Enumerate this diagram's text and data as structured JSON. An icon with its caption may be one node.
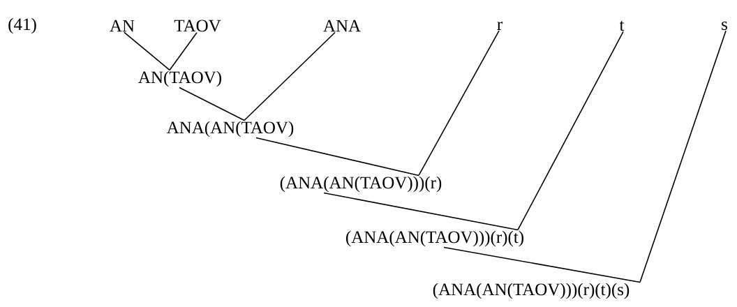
{
  "diagram": {
    "nodes": [
      {
        "text": [
          "AN"
        ]
      },
      {
        "text": [
          "TAOV"
        ]
      },
      {
        "text": [
          "ANA"
        ]
      },
      {
        "text": [
          "r"
        ]
      },
      {
        "text": [
          "t"
        ]
      },
      {
        "text": [
          "s"
        ]
      },
      {
        "text": [
          "AN(TAOV)"
        ]
      },
      {
        "text": [
          "ANA(AN(TAOV)"
        ]
      },
      {
        "text": [
          "(ANA(AN(TAOV)))(r)"
        ]
      },
      {
        "text": [
          "(ANA(AN(TAOV)))(r)(t)"
        ]
      },
      {
        "text": [
          "(ANA(AN(TAOV)))(r)(t)(s)"
        ]
      }
    ],
    "edges": [
      {
        "from": 0,
        "to": 6,
        "arrow": "none"
      },
      {
        "from": 1,
        "to": 6,
        "arrow": "none"
      },
      {
        "from": 6,
        "to": 7,
        "arrow": "none"
      },
      {
        "from": 2,
        "to": 7,
        "arrow": "none"
      },
      {
        "from": 7,
        "to": 8,
        "arrow": "none"
      },
      {
        "from": 3,
        "to": 8,
        "arrow": "none"
      },
      {
        "from": 8,
        "to": 9,
        "arrow": "none"
      },
      {
        "from": 4,
        "to": 9,
        "arrow": "none"
      },
      {
        "from": 9,
        "to": 10,
        "arrow": "none"
      },
      {
        "from": 5,
        "to": 10,
        "arrow": "none"
      }
    ],
    "labels": [
      "(41)"
    ]
  }
}
